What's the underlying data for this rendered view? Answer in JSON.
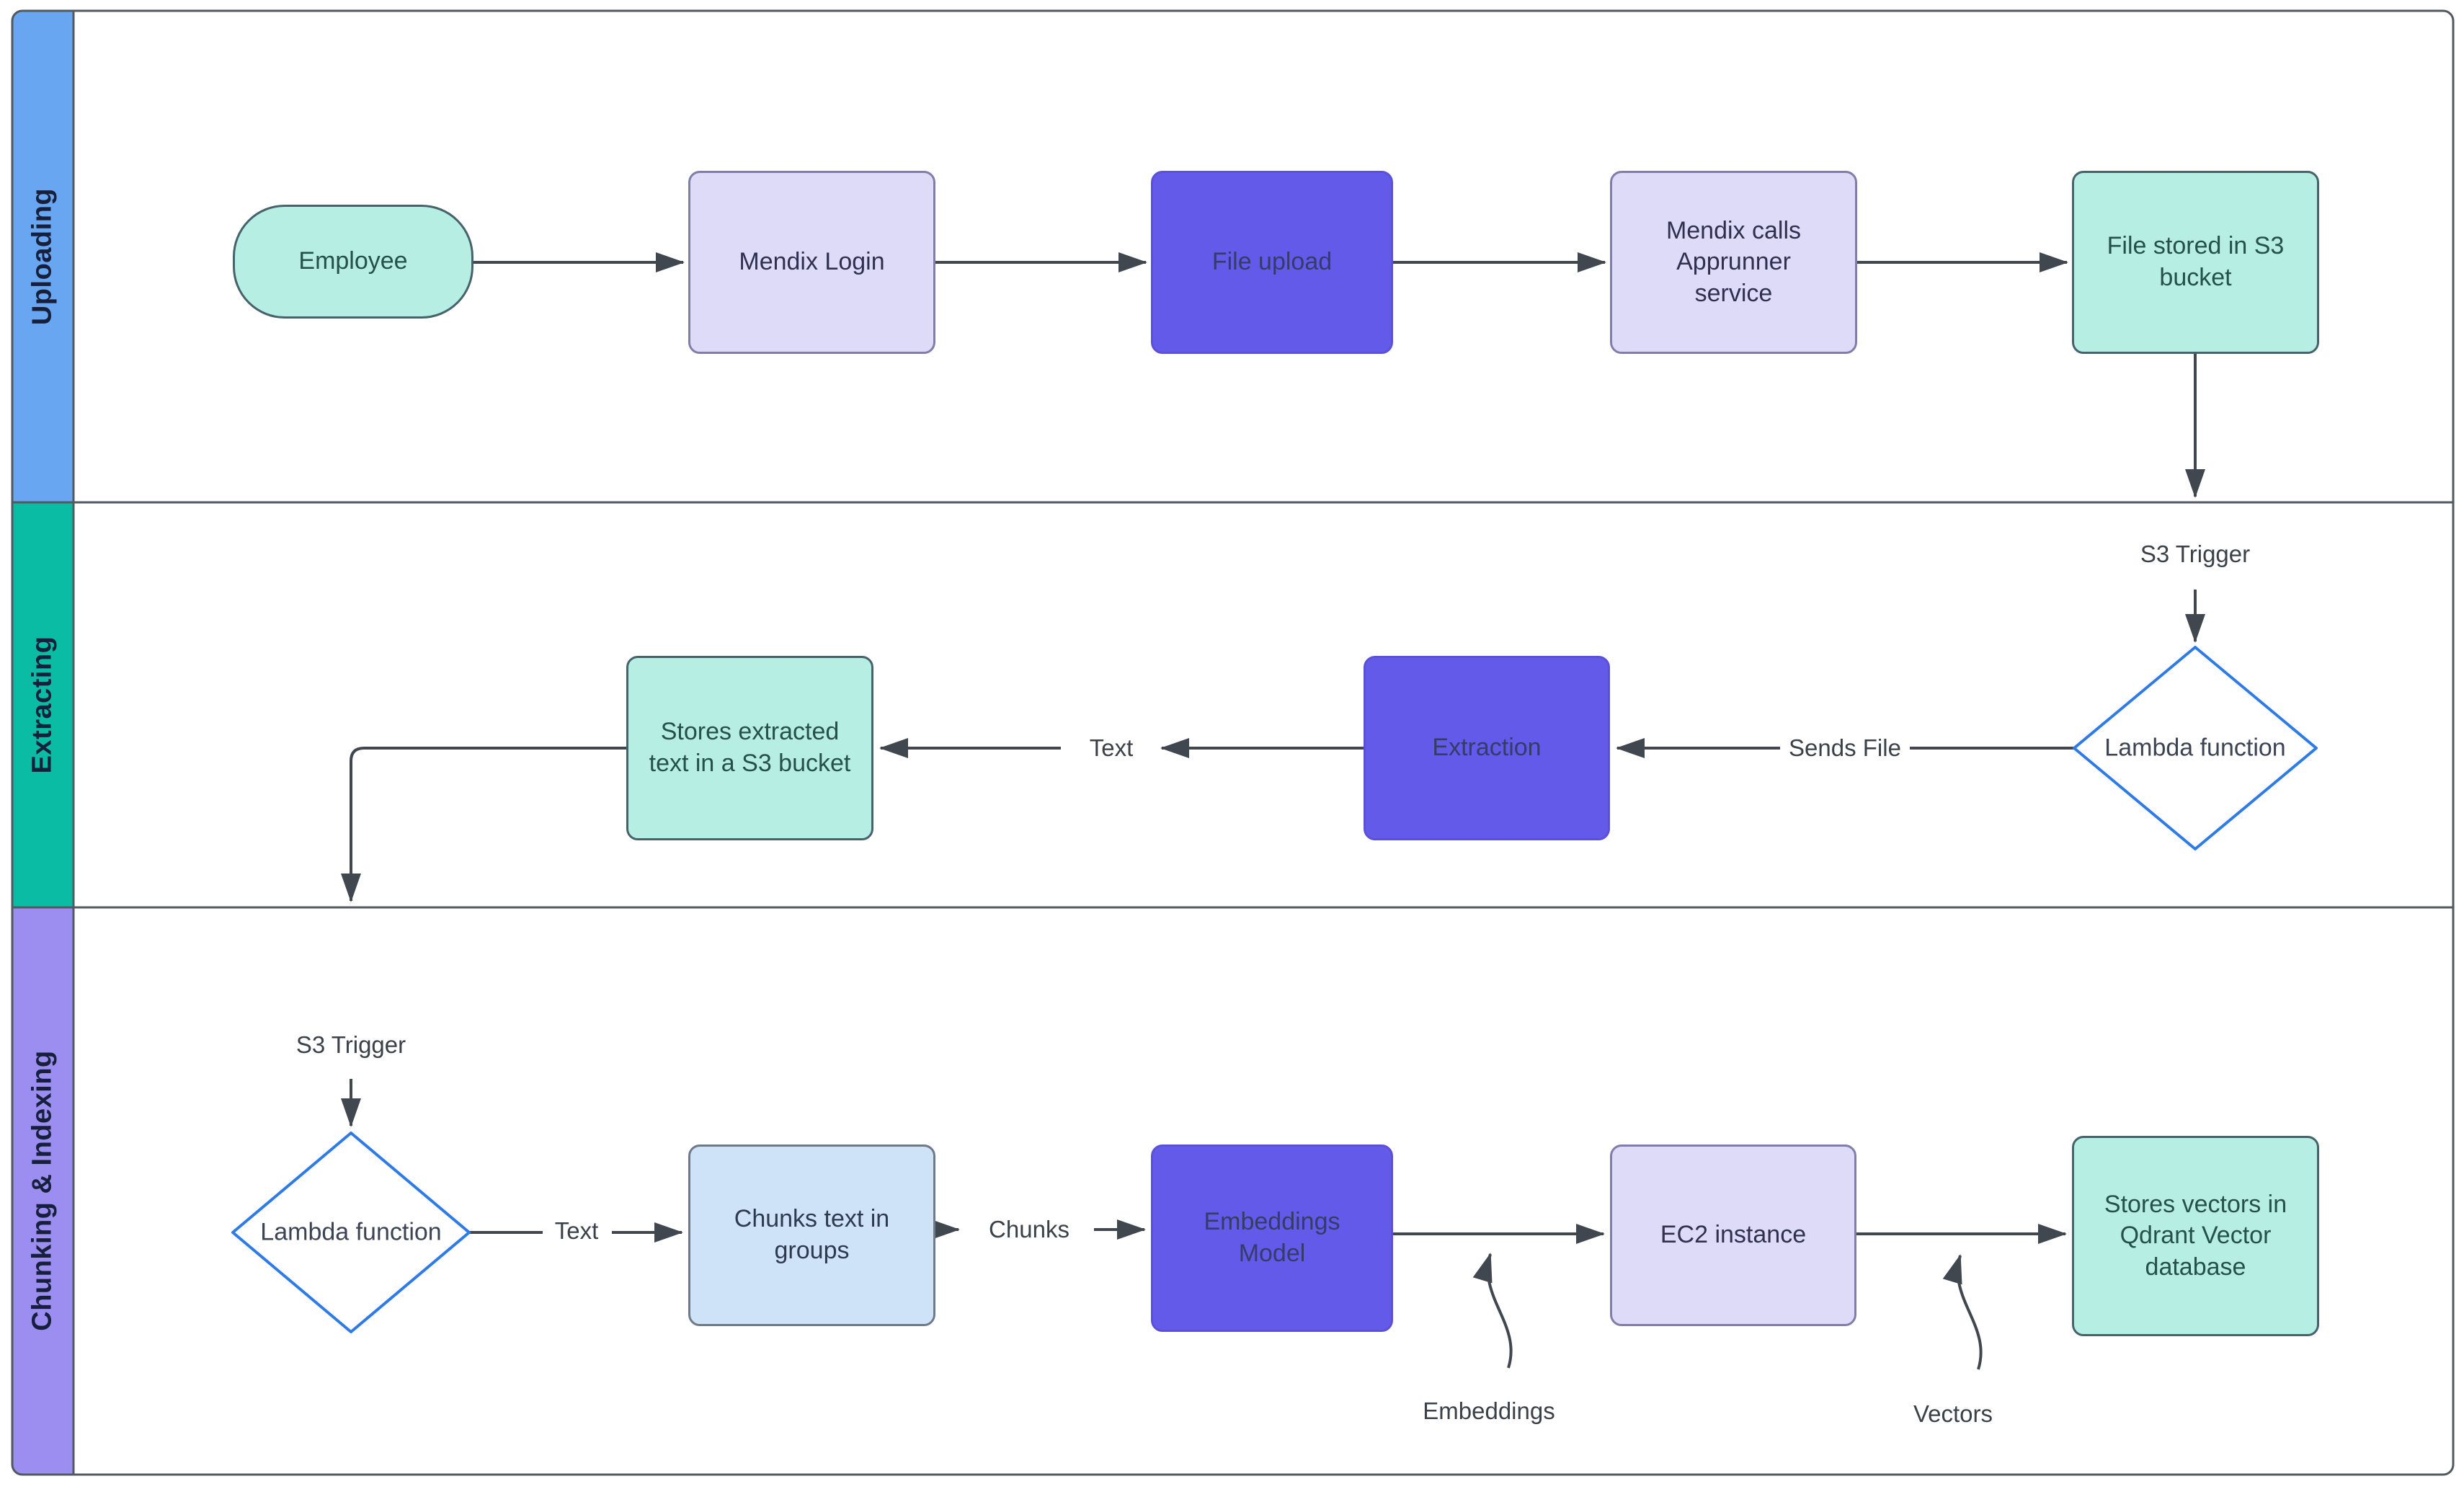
{
  "lanes": [
    {
      "label": "Uploading"
    },
    {
      "label": "Extracting"
    },
    {
      "label": "Chunking & Indexing"
    }
  ],
  "nodes": {
    "employee": {
      "label": "Employee",
      "shape": "terminator"
    },
    "mendix_login": {
      "label": "Mendix Login",
      "shape": "rounded-rect"
    },
    "file_upload": {
      "label": "File upload",
      "shape": "rounded-rect"
    },
    "mendix_apprunner": {
      "label": "Mendix calls Apprunner service",
      "shape": "rounded-rect"
    },
    "s3_stored": {
      "label": "File stored in S3 bucket",
      "shape": "rounded-rect"
    },
    "lambda_extract": {
      "label": "Lambda function",
      "shape": "decision-diamond"
    },
    "extraction": {
      "label": "Extraction",
      "shape": "rounded-rect"
    },
    "s3_text": {
      "label": "Stores extracted text in a S3 bucket",
      "shape": "rounded-rect"
    },
    "lambda_chunk": {
      "label": "Lambda function",
      "shape": "decision-diamond"
    },
    "chunks_groups": {
      "label": "Chunks text in groups",
      "shape": "rounded-rect"
    },
    "embeddings_model": {
      "label": "Embeddings Model",
      "shape": "rounded-rect"
    },
    "ec2": {
      "label": "EC2 instance",
      "shape": "rounded-rect"
    },
    "qdrant": {
      "label": "Stores vectors in Qdrant Vector database",
      "shape": "rounded-rect"
    }
  },
  "edges": {
    "s3_trigger_upload": "S3 Trigger",
    "sends_file": "Sends File",
    "text_extract": "Text",
    "s3_trigger_extract": "S3 Trigger",
    "text_chunk": "Text",
    "chunks": "Chunks",
    "embeddings": "Embeddings",
    "vectors": "Vectors"
  },
  "colors": {
    "lane-1": "#68A6F1",
    "lane-2": "#0BBCA4",
    "lane-3": "#9C8DF1",
    "lane-text": "#16203C",
    "mint-fill": "#B6EEE3",
    "mint-stroke": "#46626B",
    "mint-text": "#255149",
    "lav-fill": "#DDDBF8",
    "lav-stroke": "#807EA8",
    "lav-text": "#2F3050",
    "purple-fill": "#635AE9",
    "purple-stroke": "#5A51D8",
    "purple-text": "#363B68",
    "blue-fill": "#CFE3F8",
    "blue-stroke": "#6E7A88",
    "blue-text": "#2E3A4E",
    "diamond-stroke": "#2E7BE5",
    "diamond-text": "#3C4454",
    "line-color": "#40474F",
    "frame-color": "#525960",
    "edge-text": "#3A4148"
  }
}
